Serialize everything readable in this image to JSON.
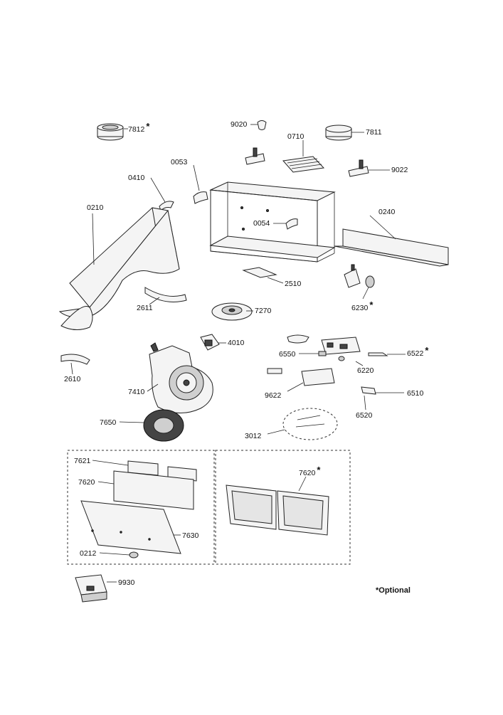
{
  "optional_note": "*Optional",
  "labels": [
    {
      "id": "7812",
      "text": "7812",
      "optional": true
    },
    {
      "id": "9020",
      "text": "9020",
      "optional": false
    },
    {
      "id": "0710",
      "text": "0710",
      "optional": false
    },
    {
      "id": "7811",
      "text": "7811",
      "optional": false
    },
    {
      "id": "0053",
      "text": "0053",
      "optional": false
    },
    {
      "id": "9022",
      "text": "9022",
      "optional": false
    },
    {
      "id": "0410",
      "text": "0410",
      "optional": false
    },
    {
      "id": "0210",
      "text": "0210",
      "optional": false
    },
    {
      "id": "0240",
      "text": "0240",
      "optional": false
    },
    {
      "id": "0054",
      "text": "0054",
      "optional": false
    },
    {
      "id": "2510",
      "text": "2510",
      "optional": false
    },
    {
      "id": "2611",
      "text": "2611",
      "optional": false
    },
    {
      "id": "7270",
      "text": "7270",
      "optional": false
    },
    {
      "id": "6230",
      "text": "6230",
      "optional": true
    },
    {
      "id": "4010",
      "text": "4010",
      "optional": false
    },
    {
      "id": "6550",
      "text": "6550",
      "optional": false
    },
    {
      "id": "6522",
      "text": "6522",
      "optional": true
    },
    {
      "id": "6220",
      "text": "6220",
      "optional": false
    },
    {
      "id": "2610",
      "text": "2610",
      "optional": false
    },
    {
      "id": "7410",
      "text": "7410",
      "optional": false
    },
    {
      "id": "9622",
      "text": "9622",
      "optional": false
    },
    {
      "id": "6510",
      "text": "6510",
      "optional": false
    },
    {
      "id": "6520",
      "text": "6520",
      "optional": false
    },
    {
      "id": "7650",
      "text": "7650",
      "optional": false
    },
    {
      "id": "3012",
      "text": "3012",
      "optional": false
    },
    {
      "id": "7621",
      "text": "7621",
      "optional": false
    },
    {
      "id": "7620a",
      "text": "7620",
      "optional": false
    },
    {
      "id": "7620b",
      "text": "7620",
      "optional": true
    },
    {
      "id": "7630",
      "text": "7630",
      "optional": false
    },
    {
      "id": "0212",
      "text": "0212",
      "optional": false
    },
    {
      "id": "9930",
      "text": "9930",
      "optional": false
    }
  ]
}
